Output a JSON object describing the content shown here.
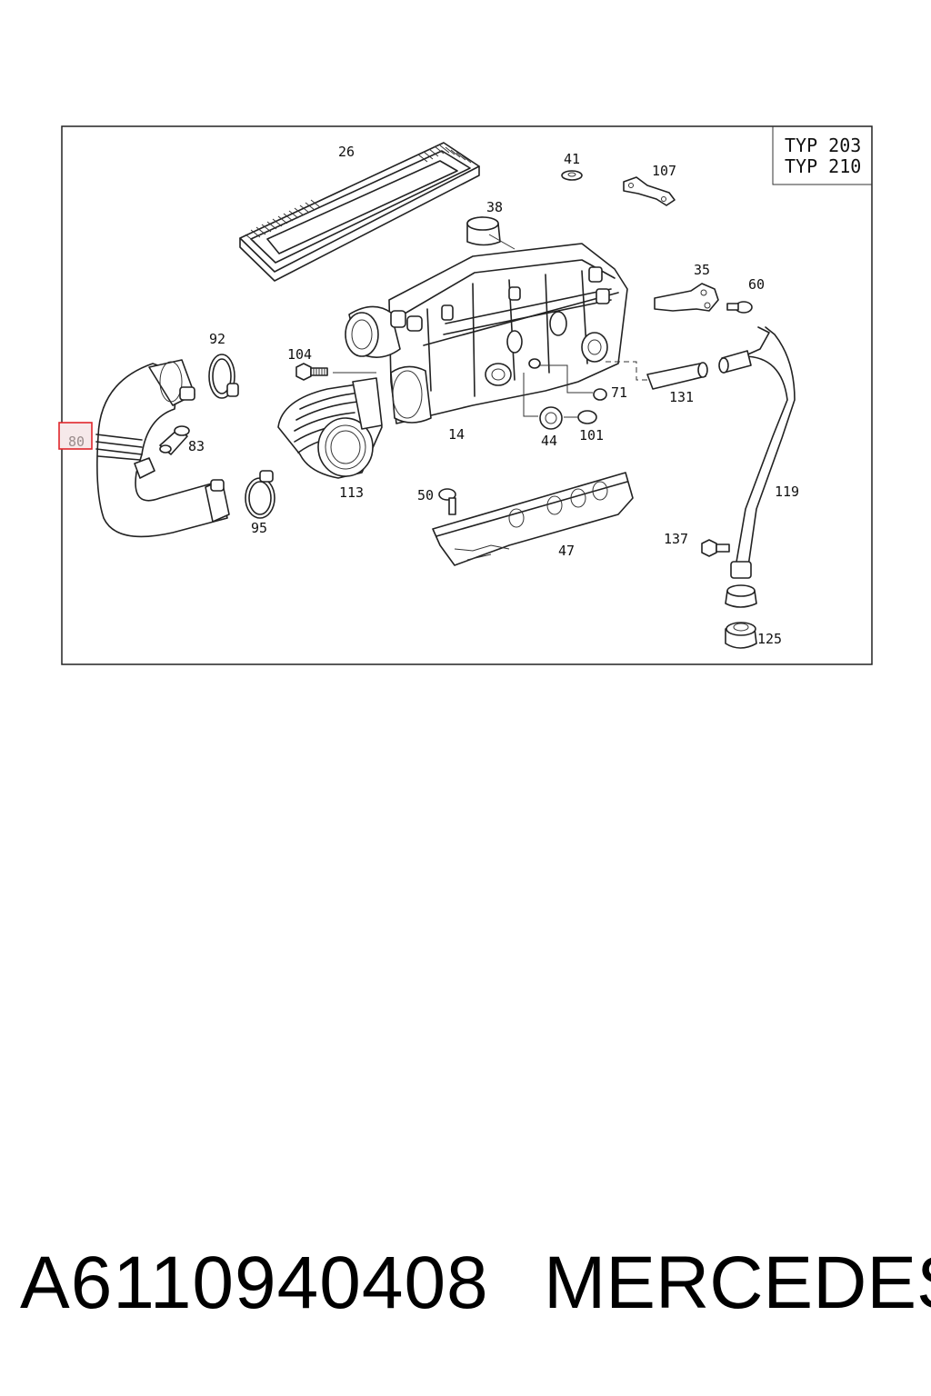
{
  "diagram": {
    "type_box": [
      "TYP 203",
      "TYP 210"
    ],
    "highlighted_part": "80",
    "callouts": {
      "c26": "26",
      "c41": "41",
      "c107": "107",
      "c38": "38",
      "c35": "35",
      "c60": "60",
      "c92": "92",
      "c104": "104",
      "c71": "71",
      "c131": "131",
      "c80": "80",
      "c83": "83",
      "c14": "14",
      "c44": "44",
      "c101": "101",
      "c113": "113",
      "c119": "119",
      "c50": "50",
      "c95": "95",
      "c47": "47",
      "c137": "137",
      "c125": "125"
    },
    "colors": {
      "highlight": "#e0262b",
      "highlight_fill": "#f6e9ea",
      "line": "#222222"
    }
  },
  "footer": {
    "part_number": "A6110940408",
    "brand": "MERCEDES"
  }
}
